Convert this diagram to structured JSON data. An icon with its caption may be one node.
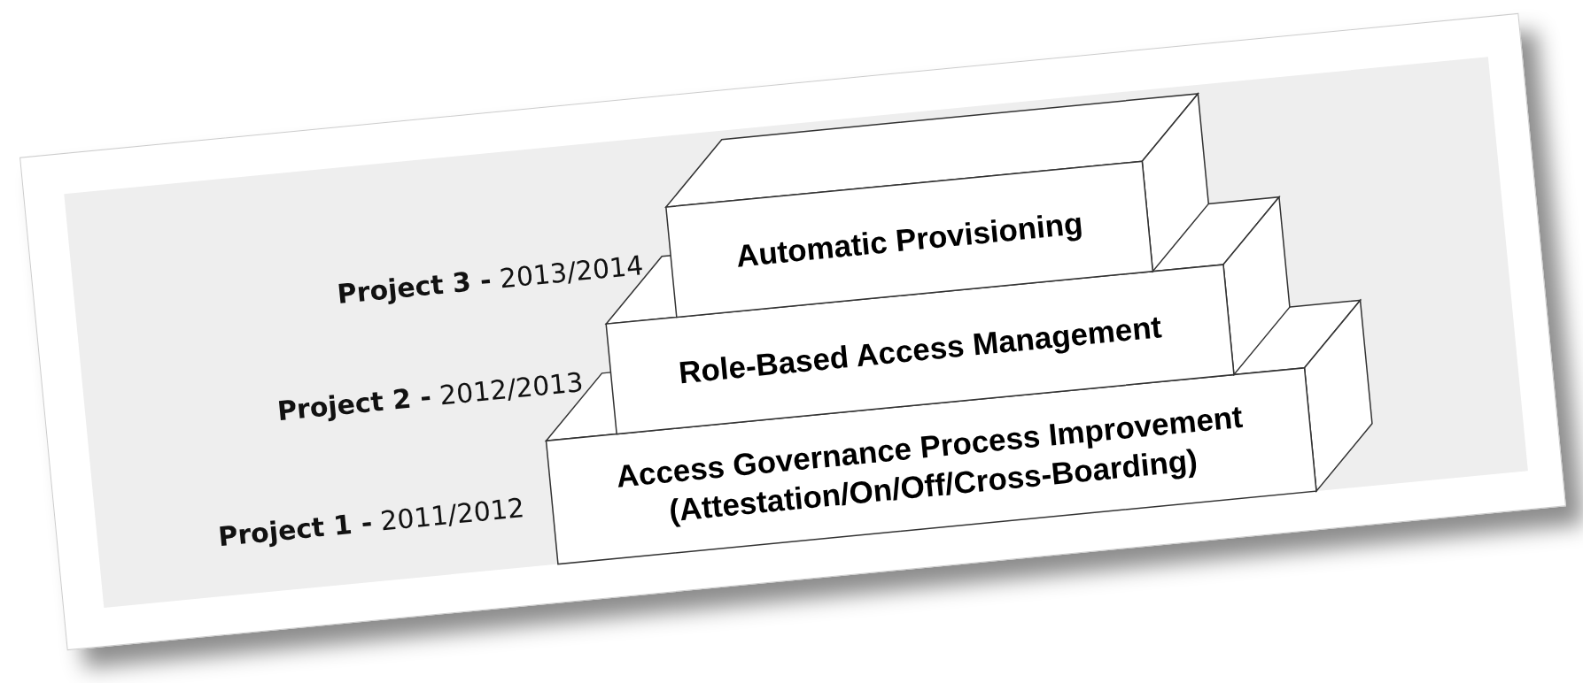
{
  "diagram": {
    "nodes": [
      {
        "text": [
          "Automatic Provisioning"
        ]
      },
      {
        "text": [
          "Role-Based Access Management"
        ]
      },
      {
        "text": [
          "Access Governance Process Improvement (Attestation/On/Off/Cross-Boarding)"
        ]
      }
    ],
    "labels": [
      "**Project 3 -** 2013/2014",
      "**Project 2 -** 2012/2013",
      "**Project 1 -** 2011/2012"
    ]
  }
}
